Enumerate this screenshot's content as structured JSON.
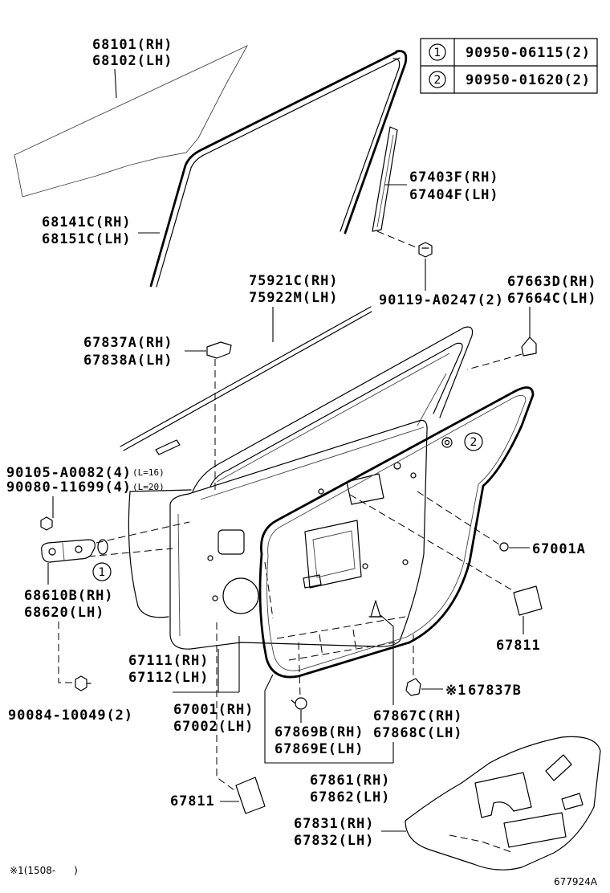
{
  "fastener_table": [
    {
      "ref": "1",
      "part": "90950-06115(2)"
    },
    {
      "ref": "2",
      "part": "90950-01620(2)"
    }
  ],
  "markers": {
    "one": "1",
    "two": "2"
  },
  "callouts": {
    "glass": [
      "68101(RH)",
      "68102(LH)"
    ],
    "rear_run": [
      "67403F(RH)",
      "67404F(LH)"
    ],
    "run_channel": [
      "68141C(RH)",
      "68151C(LH)"
    ],
    "belt_molding": [
      "75921C(RH)",
      "75922M(LH)"
    ],
    "run_bolt": "90119-A0247(2)",
    "clip_rear": [
      "67663D(RH)",
      "67664C(LH)"
    ],
    "clip_front": [
      "67837A(RH)",
      "67838A(LH)"
    ],
    "hinge_bolts": [
      {
        "part": "90105-A0082(4)",
        "length": "(L=16)"
      },
      {
        "part": "90080-11699(4)",
        "length": "(L=20)"
      }
    ],
    "plug": "67001A",
    "hinge": [
      "68610B(RH)",
      "68620(LH)"
    ],
    "pad_rear": "67811",
    "outer_panel": [
      "67111(RH)",
      "67112(LH)"
    ],
    "clip_lower": {
      "mark": "※1",
      "part": "67837B"
    },
    "door_panel": [
      "67001(RH)",
      "67002(LH)"
    ],
    "hinge_bolt_lower": "90084-10049(2)",
    "strip_clip": [
      "67867C(RH)",
      "67868C(LH)"
    ],
    "strip_clip_b": [
      "67869B(RH)",
      "67869E(LH)"
    ],
    "weatherstrip": [
      "67861(RH)",
      "67862(LH)"
    ],
    "pad_front": "67811",
    "service_cover": [
      "67831(RH)",
      "67832(LH)"
    ]
  },
  "footnote": "※1(1508-      )",
  "diagram_id": "677924A"
}
